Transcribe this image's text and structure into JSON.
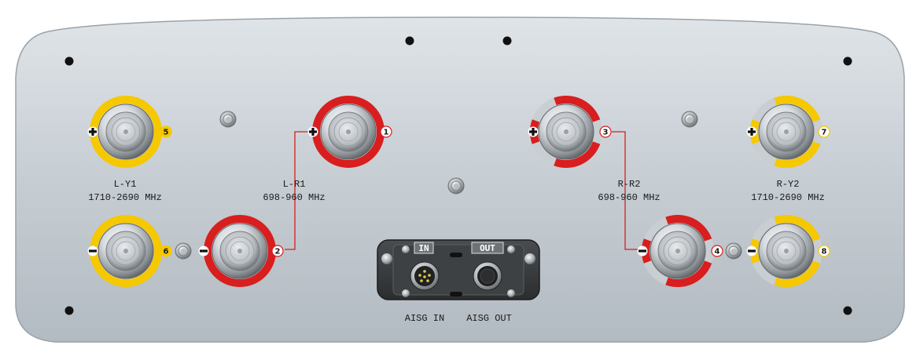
{
  "groups": [
    {
      "name": "L-Y1",
      "band": "1710-2690 MHz",
      "color": "#f5c800"
    },
    {
      "name": "L-R1",
      "band": "698-960 MHz",
      "color": "#d81e1e"
    },
    {
      "name": "R-R2",
      "band": "698-960 MHz",
      "color": "#d81e1e"
    },
    {
      "name": "R-Y2",
      "band": "1710-2690 MHz",
      "color": "#f5c800"
    }
  ],
  "ports": [
    {
      "number": "5",
      "polarity": "+",
      "color": "#f5c800"
    },
    {
      "number": "6",
      "polarity": "-",
      "color": "#f5c800"
    },
    {
      "number": "1",
      "polarity": "+",
      "color": "#d81e1e"
    },
    {
      "number": "2",
      "polarity": "-",
      "color": "#d81e1e"
    },
    {
      "number": "3",
      "polarity": "+",
      "color": "#d81e1e"
    },
    {
      "number": "4",
      "polarity": "-",
      "color": "#d81e1e"
    },
    {
      "number": "7",
      "polarity": "+",
      "color": "#f5c800"
    },
    {
      "number": "8",
      "polarity": "-",
      "color": "#f5c800"
    }
  ],
  "aisg": {
    "in_tag": "IN",
    "out_tag": "OUT",
    "in_label": "AISG IN",
    "out_label": "AISG OUT"
  },
  "colors": {
    "panel": "#c9d0d6",
    "yellow": "#f5c800",
    "red": "#d81e1e"
  }
}
